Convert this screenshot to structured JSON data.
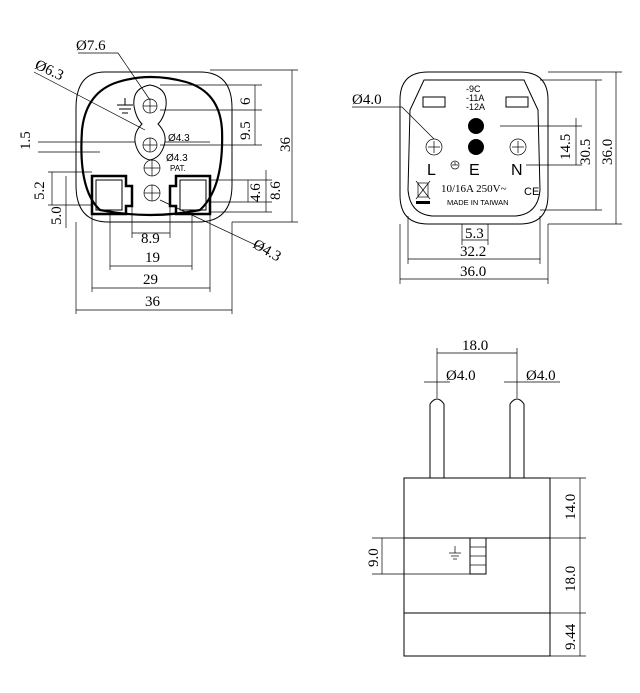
{
  "front_view": {
    "dim_d76": "Ø7.6",
    "dim_d63": "Ø6.3",
    "dim_d43_a": "Ø4.3",
    "dim_d43_b": "Ø4.3",
    "dim_d43_c": "Ø4.3",
    "pat": "PAT.",
    "dim_15": "1.5",
    "dim_52": "5.2",
    "dim_50": "5.0",
    "dim_6": "6",
    "dim_95": "9.5",
    "dim_36_v": "36",
    "dim_46": "4.6",
    "dim_86": "8.6",
    "dim_89": "8.9",
    "dim_19": "19",
    "dim_29": "29",
    "dim_36_h": "36"
  },
  "back_view": {
    "dim_d40": "Ø4.0",
    "code_9c": "-9C",
    "code_11a": "-11A",
    "code_12a": "-12A",
    "label_l": "L",
    "label_e": "E",
    "label_n": "N",
    "rating": "10/16A 250V~",
    "made_in": "MADE IN TAIWAN",
    "ce": "CE",
    "dim_145": "14.5",
    "dim_305": "30.5",
    "dim_360_v": "36.0",
    "dim_53": "5.3",
    "dim_322": "32.2",
    "dim_360_h": "36.0"
  },
  "side_view": {
    "dim_180_top": "18.0",
    "dim_d40_left": "Ø4.0",
    "dim_d40_right": "Ø4.0",
    "dim_140": "14.0",
    "dim_90": "9.0",
    "dim_180_right": "18.0",
    "dim_944": "9.44"
  }
}
